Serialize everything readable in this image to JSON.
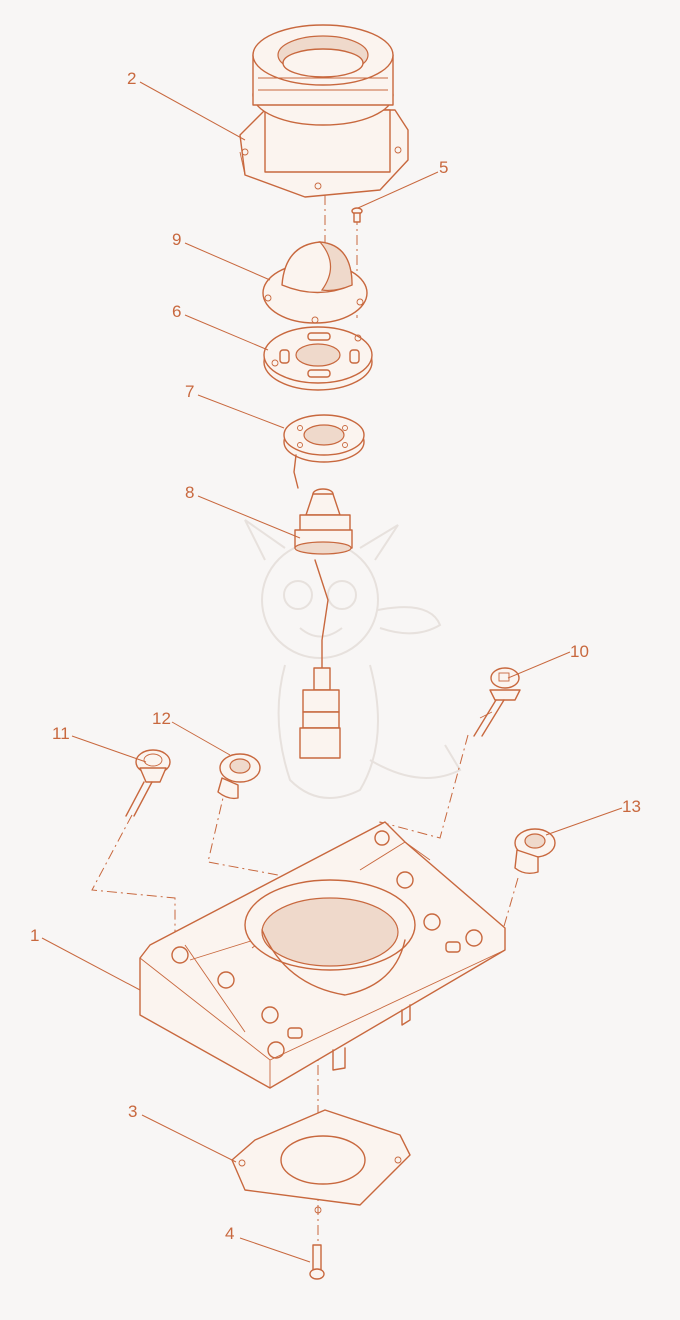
{
  "diagram": {
    "callouts": [
      {
        "key": "c1",
        "label": "1"
      },
      {
        "key": "c2",
        "label": "2"
      },
      {
        "key": "c3",
        "label": "3"
      },
      {
        "key": "c4",
        "label": "4"
      },
      {
        "key": "c5",
        "label": "5"
      },
      {
        "key": "c6",
        "label": "6"
      },
      {
        "key": "c7",
        "label": "7"
      },
      {
        "key": "c8",
        "label": "8"
      },
      {
        "key": "c9",
        "label": "9"
      },
      {
        "key": "c10",
        "label": "10"
      },
      {
        "key": "c11",
        "label": "11"
      },
      {
        "key": "c12",
        "label": "12"
      },
      {
        "key": "c13",
        "label": "13"
      }
    ],
    "line_color": "#c8683e",
    "background": "#f8f6f5",
    "watermark": "dragon-mascot"
  }
}
